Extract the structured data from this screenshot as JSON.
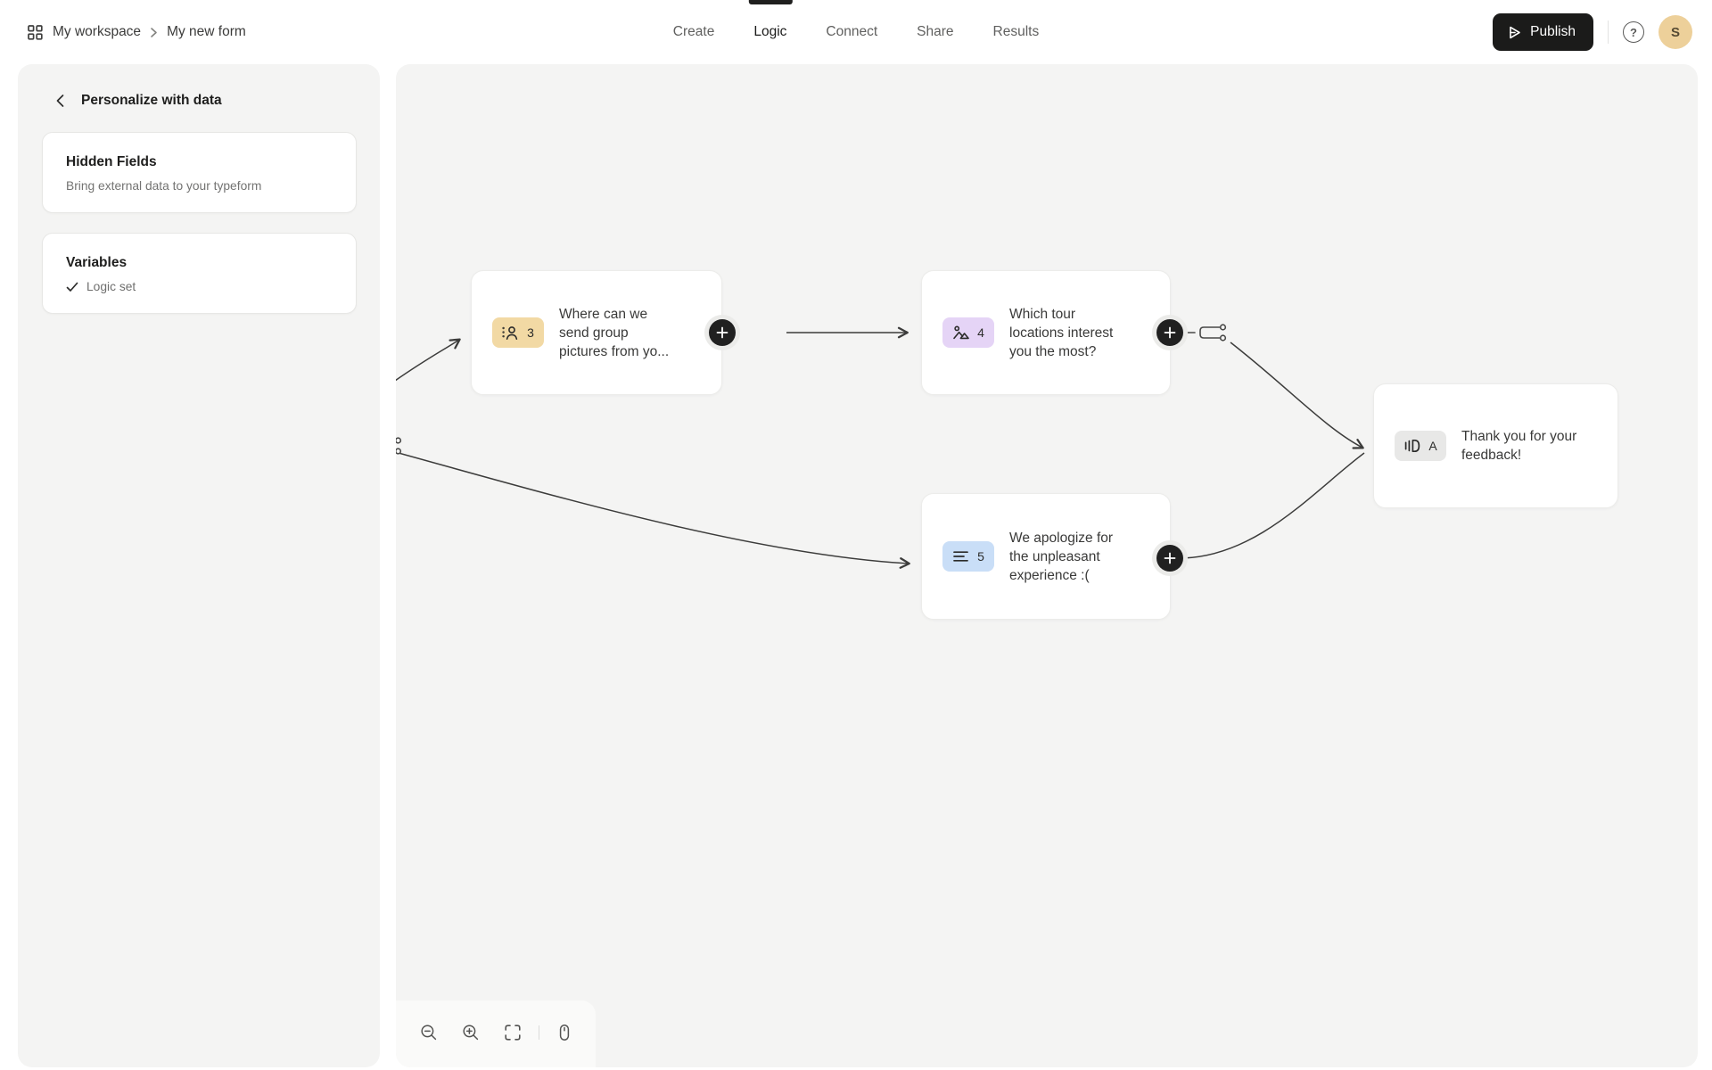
{
  "header": {
    "breadcrumb": {
      "workspace": "My workspace",
      "form": "My new form"
    },
    "tabs": [
      {
        "label": "Create",
        "active": false
      },
      {
        "label": "Logic",
        "active": true
      },
      {
        "label": "Connect",
        "active": false
      },
      {
        "label": "Share",
        "active": false
      },
      {
        "label": "Results",
        "active": false
      }
    ],
    "publish_label": "Publish",
    "help_glyph": "?",
    "avatar_initial": "S"
  },
  "sidebar": {
    "title": "Personalize with data",
    "cards": [
      {
        "title": "Hidden Fields",
        "description": "Bring external data to your typeform"
      },
      {
        "title": "Variables",
        "status": "Logic set"
      }
    ]
  },
  "canvas": {
    "nodes": [
      {
        "id": "3",
        "icon": "contact-info-icon",
        "badge_color": "#f2d9a4",
        "label": "Where can we send group pictures from yo...",
        "lines": [
          "Where can we",
          "send group",
          "pictures from yo..."
        ]
      },
      {
        "id": "4",
        "icon": "picture-choice-icon",
        "badge_color": "#e5d4f6",
        "label": "Which tour locations interest you the most?",
        "lines": [
          "Which tour",
          "locations interest",
          "you the most?"
        ]
      },
      {
        "id": "5",
        "icon": "long-text-icon",
        "badge_color": "#c9def7",
        "label": "We apologize for the unpleasant experience :(",
        "lines": [
          "We apologize for",
          "the unpleasant",
          "experience :("
        ]
      },
      {
        "id": "A",
        "icon": "ending-icon",
        "badge_color": "#e8e8e7",
        "label": "Thank you for your feedback!",
        "lines": [
          "Thank you for your",
          "feedback!"
        ]
      }
    ],
    "connector_color": "#3c3c3b"
  },
  "toolbar": {
    "icons": [
      "zoom-out",
      "zoom-in",
      "fit-view",
      "mouse-mode"
    ]
  },
  "colors": {
    "page_bg": "#ffffff",
    "panel_bg": "#f4f4f3",
    "publish_bg": "#1b1b1a",
    "avatar_bg": "#edd09a",
    "active_tab": "#1f1f1e"
  }
}
